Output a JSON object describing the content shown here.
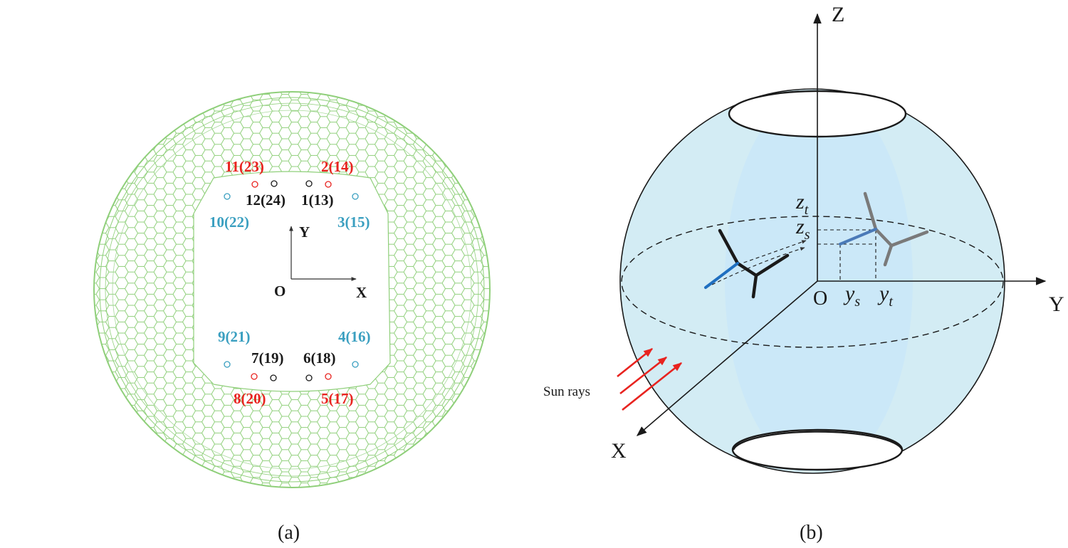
{
  "panel_a": {
    "caption": "(a)",
    "colors": {
      "mesh": "#8fcf7a",
      "red": "#e8231f",
      "black": "#1a1a1a",
      "cyan": "#3a9fc0"
    },
    "axes": {
      "origin": "O",
      "x": "X",
      "y": "Y"
    },
    "points": [
      {
        "label": "11(23)",
        "color": "red"
      },
      {
        "label": "2(14)",
        "color": "red"
      },
      {
        "label": "12(24)",
        "color": "black"
      },
      {
        "label": "1(13)",
        "color": "black"
      },
      {
        "label": "10(22)",
        "color": "cyan"
      },
      {
        "label": "3(15)",
        "color": "cyan"
      },
      {
        "label": "9(21)",
        "color": "cyan"
      },
      {
        "label": "4(16)",
        "color": "cyan"
      },
      {
        "label": "7(19)",
        "color": "black"
      },
      {
        "label": "6(18)",
        "color": "black"
      },
      {
        "label": "8(20)",
        "color": "red"
      },
      {
        "label": "5(17)",
        "color": "red"
      }
    ]
  },
  "panel_b": {
    "caption": "(b)",
    "colors": {
      "sphere_fill": "#d3ecf4",
      "inner_band": "#cbe8f8",
      "blue_segment": "#1f6fc0",
      "grey_segment": "#7a7a7a",
      "sun_ray": "#e8231f"
    },
    "axes": {
      "origin": "O",
      "x": "X",
      "y": "Y",
      "z": "Z"
    },
    "labels": {
      "z_t": "z",
      "z_t_sub": "t",
      "z_s": "z",
      "z_s_sub": "s",
      "y_s": "y",
      "y_s_sub": "s",
      "y_t": "y",
      "y_t_sub": "t",
      "sun_rays": "Sun rays"
    }
  }
}
